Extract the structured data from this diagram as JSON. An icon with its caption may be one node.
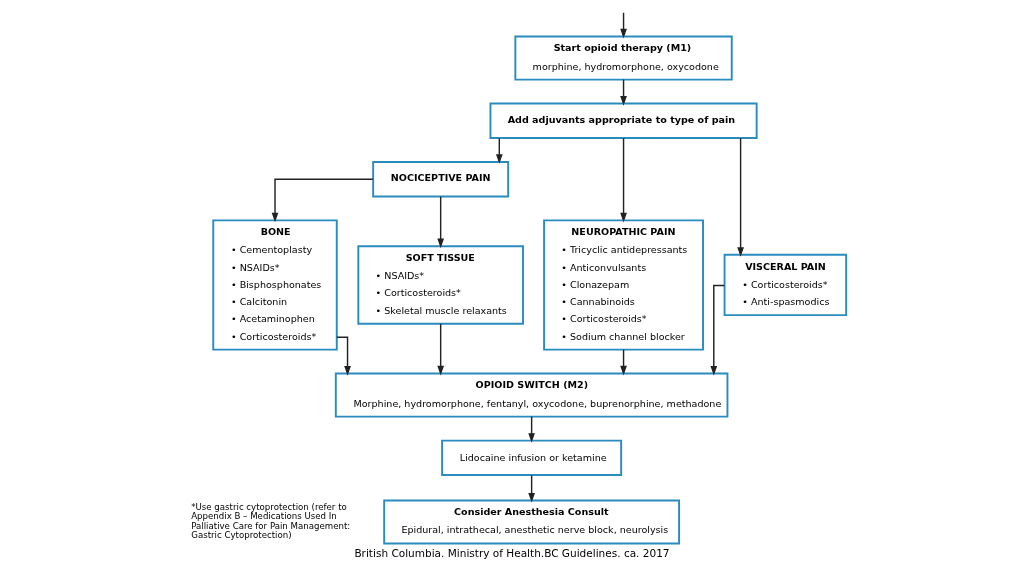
{
  "diagram": {
    "caption": "British Columbia. Ministry of Health.BC Guidelines. ca. 2017",
    "nodes": [
      {
        "text": [
          "Start opioid therapy (M1)",
          "morphine, hydromorphone, oxycodone"
        ]
      },
      {
        "text": [
          "Add adjuvants appropriate to type of pain"
        ]
      },
      {
        "text": [
          "NOCICEPTIVE PAIN"
        ]
      },
      {
        "text": [
          "BONE",
          "• Cementoplasty",
          "• NSAIDs*",
          "• Bisphosphonates",
          "• Calcitonin",
          "• Acetaminophen",
          "• Corticosteroids*"
        ]
      },
      {
        "text": [
          "SOFT TISSUE",
          "• NSAIDs*",
          "• Corticosteroids*",
          "• Skeletal muscle relaxants"
        ]
      },
      {
        "text": [
          "NEUROPATHIC PAIN",
          "• Tricyclic antidepressants",
          "• Anticonvulsants",
          "• Clonazepam",
          "• Cannabinoids",
          "• Corticosteroids*",
          "• Sodium channel blocker"
        ]
      },
      {
        "text": [
          "VISCERAL PAIN",
          "• Corticosteroids*",
          "• Anti-spasmodics"
        ]
      },
      {
        "text": [
          "OPIOID SWITCH (M2)",
          "Morphine, hydromorphone, fentanyl, oxycodone, buprenorphine, methadone"
        ]
      },
      {
        "text": [
          "Lidocaine infusion or ketamine"
        ]
      },
      {
        "text": [
          "Consider Anesthesia Consult",
          "Epidural, intrathecal, anesthetic nerve block, neurolysis"
        ]
      }
    ],
    "edges": [
      {
        "from": null,
        "to": 0,
        "arrow": "to"
      },
      {
        "from": 0,
        "to": 1,
        "arrow": "to"
      },
      {
        "from": 1,
        "to": 2,
        "arrow": "to"
      },
      {
        "from": 1,
        "to": 5,
        "arrow": "to"
      },
      {
        "from": 1,
        "to": 6,
        "arrow": "to"
      },
      {
        "from": 2,
        "to": 3,
        "arrow": "to"
      },
      {
        "from": 2,
        "to": 4,
        "arrow": "to"
      },
      {
        "from": 3,
        "to": 7,
        "arrow": "to"
      },
      {
        "from": 4,
        "to": 7,
        "arrow": "to"
      },
      {
        "from": 5,
        "to": 7,
        "arrow": "to"
      },
      {
        "from": 6,
        "to": 7,
        "arrow": "to"
      },
      {
        "from": 7,
        "to": 8,
        "arrow": "to"
      },
      {
        "from": 8,
        "to": 9,
        "arrow": "to"
      }
    ],
    "labels": [
      "*Use gastric cytoprotection (refer to Appendix B – Medications Used In Palliative Care for Pain Management: Gastric Cytoprotection)"
    ]
  }
}
